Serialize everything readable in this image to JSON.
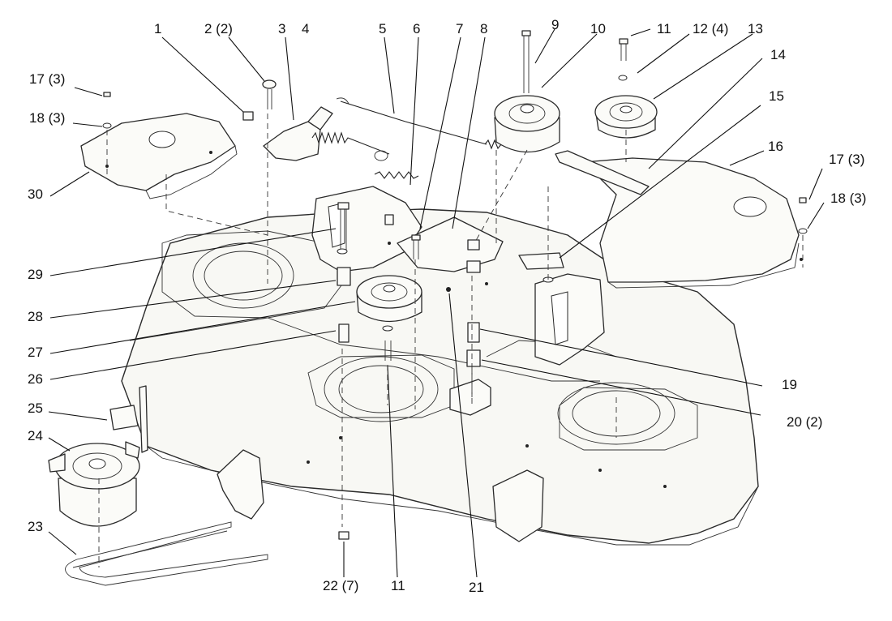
{
  "callouts": [
    {
      "id": "c1",
      "text": "1"
    },
    {
      "id": "c2",
      "text": "2 (2)"
    },
    {
      "id": "c3",
      "text": "3"
    },
    {
      "id": "c4",
      "text": "4"
    },
    {
      "id": "c5",
      "text": "5"
    },
    {
      "id": "c6",
      "text": "6"
    },
    {
      "id": "c7",
      "text": "7"
    },
    {
      "id": "c8",
      "text": "8"
    },
    {
      "id": "c9",
      "text": "9"
    },
    {
      "id": "c10",
      "text": "10"
    },
    {
      "id": "c11a",
      "text": "11"
    },
    {
      "id": "c12",
      "text": "12 (4)"
    },
    {
      "id": "c13",
      "text": "13"
    },
    {
      "id": "c14",
      "text": "14"
    },
    {
      "id": "c15",
      "text": "15"
    },
    {
      "id": "c16",
      "text": "16"
    },
    {
      "id": "c17a",
      "text": "17 (3)"
    },
    {
      "id": "c18a",
      "text": "18 (3)"
    },
    {
      "id": "c17b",
      "text": "17 (3)"
    },
    {
      "id": "c18b",
      "text": "18 (3)"
    },
    {
      "id": "c19",
      "text": "19"
    },
    {
      "id": "c20",
      "text": "20 (2)"
    },
    {
      "id": "c21",
      "text": "21"
    },
    {
      "id": "c22",
      "text": "22 (7)"
    },
    {
      "id": "c11b",
      "text": "11"
    },
    {
      "id": "c23",
      "text": "23"
    },
    {
      "id": "c24",
      "text": "24"
    },
    {
      "id": "c25",
      "text": "25"
    },
    {
      "id": "c26",
      "text": "26"
    },
    {
      "id": "c27",
      "text": "27"
    },
    {
      "id": "c28",
      "text": "28"
    },
    {
      "id": "c29",
      "text": "29"
    },
    {
      "id": "c30",
      "text": "30"
    }
  ]
}
